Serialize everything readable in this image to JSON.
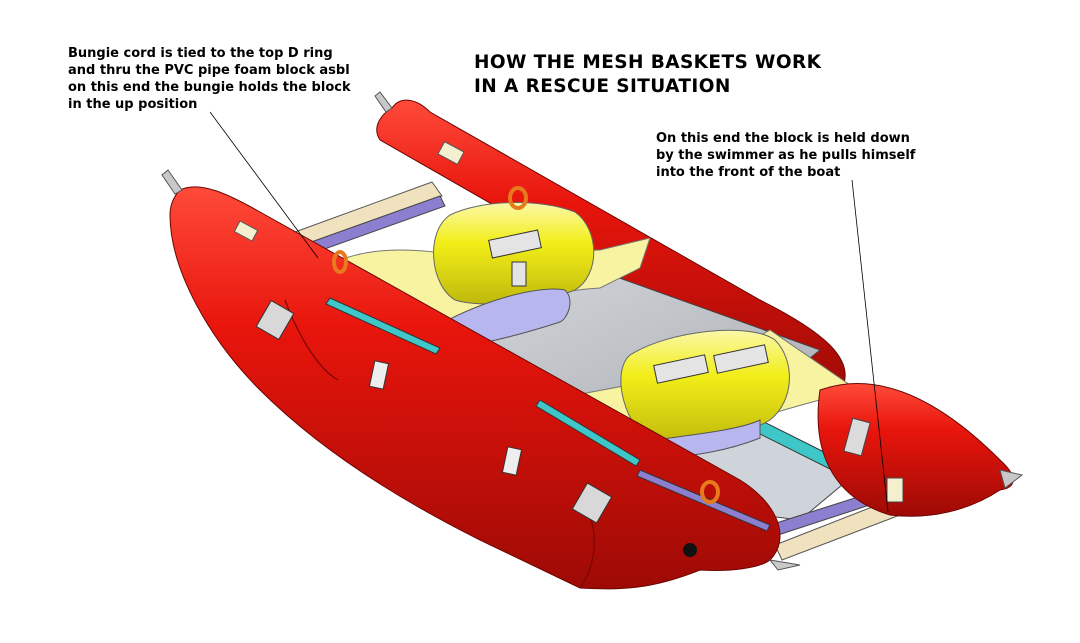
{
  "title": {
    "lines": [
      "HOW THE MESH BASKETS WORK",
      "IN A RESCUE SITUATION"
    ]
  },
  "callouts": {
    "left": {
      "lines": [
        "Bungie cord is tied to the top D ring",
        "and thru the PVC pipe foam block asbl",
        "on this end the bungie holds the block",
        "in the up position"
      ]
    },
    "right": {
      "lines": [
        "On this end the block is held down",
        "by the swimmer as he pulls himself",
        "into the front of the boat"
      ]
    }
  },
  "colors": {
    "pontoon": "#e8150c",
    "pontoon_shadow": "#a80c06",
    "seat": "#f2ee18",
    "seat_shadow": "#c9c40f",
    "floor_panel": "#b7bcc2",
    "mesh_basket": "#cfd3da",
    "rail_cyan": "#3ec6c8",
    "rail_purple": "#8c7fcf",
    "crossbar": "#f1e2bf"
  }
}
